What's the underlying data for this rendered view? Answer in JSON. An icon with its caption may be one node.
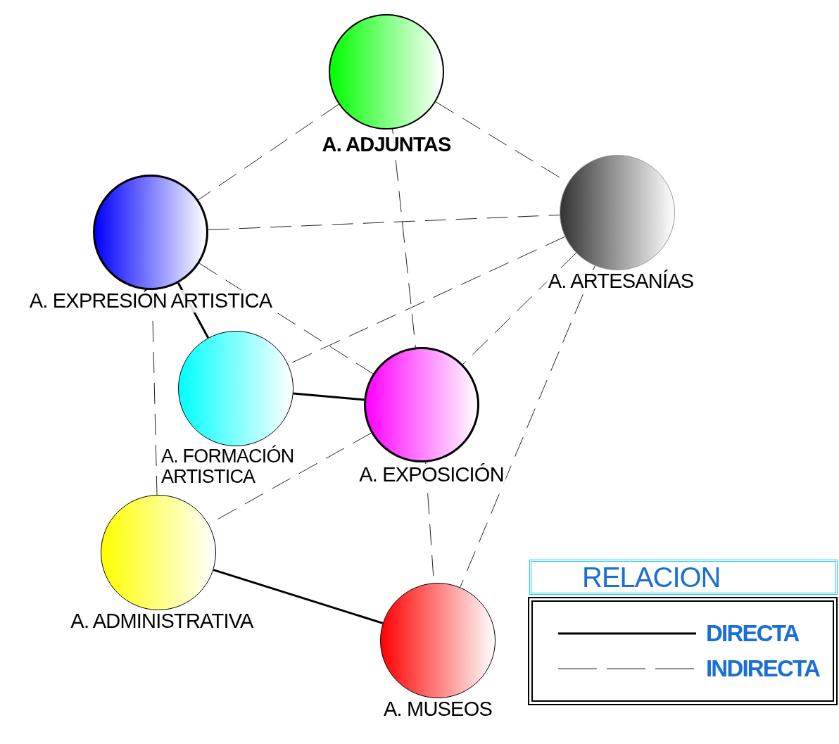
{
  "diagram": {
    "nodes": [
      {
        "text": [
          "A. ADJUNTAS"
        ]
      },
      {
        "text": [
          "A. EXPRESIÓN ARTISTICA"
        ]
      },
      {
        "text": [
          "A. ARTESANÍAS"
        ]
      },
      {
        "text": [
          "A. FORMACIÓN ARTISTICA"
        ]
      },
      {
        "text": [
          "A. EXPOSICIÓN"
        ]
      },
      {
        "text": [
          "A. ADMINISTRATIVA"
        ]
      },
      {
        "text": [
          "A. MUSEOS"
        ]
      }
    ],
    "edges": [
      {
        "from": 0,
        "to": 1,
        "arrow": "none",
        "style": "dashed"
      },
      {
        "from": 0,
        "to": 2,
        "arrow": "none",
        "style": "dashed"
      },
      {
        "from": 0,
        "to": 4,
        "arrow": "none",
        "style": "dashed"
      },
      {
        "from": 1,
        "to": 2,
        "arrow": "none",
        "style": "dashed"
      },
      {
        "from": 1,
        "to": 3,
        "arrow": "none",
        "style": "thick"
      },
      {
        "from": 1,
        "to": 4,
        "arrow": "none",
        "style": "dashed"
      },
      {
        "from": 1,
        "to": 5,
        "arrow": "none",
        "style": "dashed"
      },
      {
        "from": 2,
        "to": 3,
        "arrow": "none",
        "style": "dashed"
      },
      {
        "from": 2,
        "to": 4,
        "arrow": "none",
        "style": "dashed"
      },
      {
        "from": 2,
        "to": 6,
        "arrow": "none",
        "style": "dashed"
      },
      {
        "from": 3,
        "to": 4,
        "arrow": "none",
        "style": "thick"
      },
      {
        "from": 4,
        "to": 5,
        "arrow": "none",
        "style": "dashed"
      },
      {
        "from": 4,
        "to": 6,
        "arrow": "none",
        "style": "dashed"
      },
      {
        "from": 5,
        "to": 6,
        "arrow": "none",
        "style": "thick"
      }
    ],
    "labels": [
      "RELACION"
    ],
    "legend": [
      {
        "text": "DIRECTA"
      },
      {
        "text": "INDIRECTA"
      }
    ]
  }
}
